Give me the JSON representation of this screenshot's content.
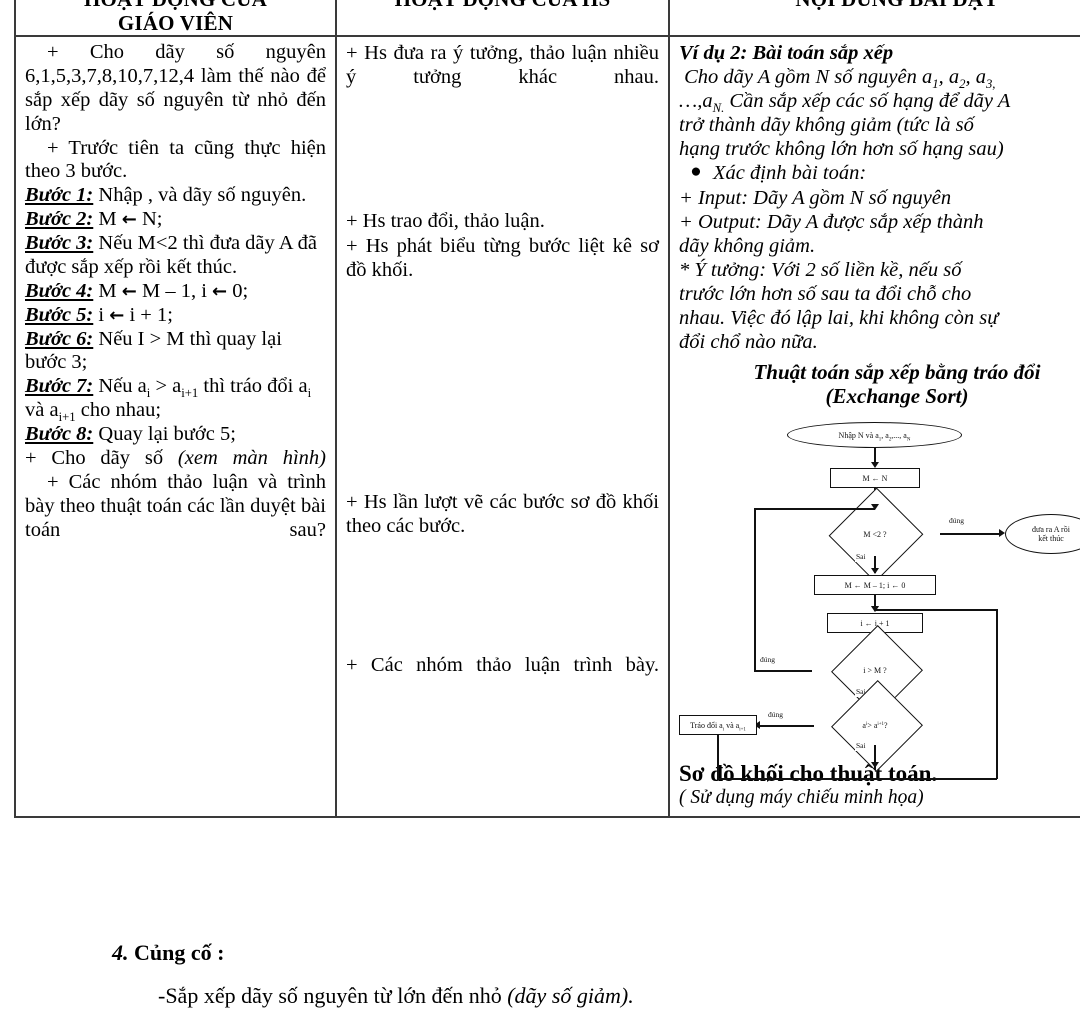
{
  "table": {
    "headers": [
      "HOẠT ĐỘNG CỦA GIÁO VIÊN",
      "HOẠT ĐỘNG CỦA HS",
      "NỘI DUNG BÀI DẠY"
    ],
    "header_line1_col1": "HOẠT ĐỘNG CỦA",
    "header_line2_col1": "GIÁO VIÊN"
  },
  "teacher_column": {
    "intro": "+ Cho dãy số nguyên 6,1,5,3,7,8,10,7,12,4 làm thế nào để sắp xếp dãy số nguyên từ nhỏ đến lớn?",
    "intro2": "+ Trước tiên ta cũng thực hiện theo 3 bước.",
    "steps": [
      {
        "label": "Bước 1:",
        "text": "Nhập , và dãy số nguyên."
      },
      {
        "label": "Bước 2:",
        "text": "M ← N;"
      },
      {
        "label": "Bước 3:",
        "text": "Nếu M<2 thì đưa dãy A đã được sắp xếp rồi kết thúc."
      },
      {
        "label": "Bước 4:",
        "text": "M ← M – 1, i ← 0;"
      },
      {
        "label": "Bước 5:",
        "text": "i ← i + 1;"
      },
      {
        "label": "Bước 6:",
        "text": "Nếu I > M thì quay lại bước 3;"
      },
      {
        "label": "Bước 7:",
        "text": "Nếu a i > a i+1 thì tráo đổi a i và a i+1 cho nhau;"
      },
      {
        "label": "Bước 8:",
        "text": "Quay lại bước 5;"
      }
    ],
    "after1_plain": "+ Cho dãy số ",
    "after1_italic": "(xem màn hình)",
    "after2": "+ Các nhóm thảo luận và trình bày theo thuật toán các lần duyệt bài toán sau?"
  },
  "student_column": {
    "p1": "+ Hs đưa ra ý tưởng, thảo luận nhiều ý tưởng khác nhau.",
    "p2": "+ Hs trao đổi, thảo luận.",
    "p3": "+ Hs phát biểu từng bước liệt kê sơ đồ khối.",
    "p4": "+ Hs lần lượt vẽ các bước sơ đồ khối theo các bước.",
    "p5": "+ Các nhóm thảo luận trình bày."
  },
  "content_column": {
    "title": "Ví dụ 2: Bài toán sắp xếp",
    "body_lines": [
      " Cho dãy A gồm N số nguyên a1, a2, a3,",
      "…,aN. Cần sắp xếp các số hạng để dãy A",
      "trở thành dãy không giảm (tức là số",
      "hạng trước không lớn hơn số hạng sau)"
    ],
    "bullet": "Xác định bài toán:",
    "input_line": "+ Input: Dãy A gồm N số nguyên",
    "output_line1": "+ Output: Dãy A được sắp xếp thành",
    "output_line2": "dãy không giảm.",
    "idea_lines": [
      "* Ý tưởng: Với 2 số liền kề, nếu số",
      "trước lớn hơn số sau ta đổi chỗ cho",
      "nhau. Việc đó lập lai, khi không còn sự",
      "đổi chổ nào nữa."
    ],
    "algo_title_line1": "Thuật toán sắp xếp bằng tráo đổi",
    "algo_title_line2": "(Exchange Sort)",
    "caption_bold": "Sơ đồ khối cho thuật toán.",
    "caption_italic": "( Sử dụng máy chiếu minh họa)"
  },
  "flowchart": {
    "start": "Nhập N và a1, a2,..., aN",
    "assign_m": "M ← N",
    "decide_m": "M <2 ?",
    "end_oval_line1": "đưa ra A rồi",
    "end_oval_line2": "kết thúc",
    "assign_m_minus": "M ← M – 1; i ← 0",
    "assign_i": "i ← i + 1",
    "decide_i": "i > M ?",
    "decide_a": "a i > a i+1 ?",
    "swap": "Tráo đổi a i và a i+1",
    "label_true": "đúng",
    "label_false": "Sai"
  },
  "footer": {
    "heading_number": "4.",
    "heading_text": " Củng cố :",
    "line_plain": "-Sắp xếp dãy số nguyên từ lớn đến nhỏ ",
    "line_italic": "(dãy số giảm)."
  }
}
